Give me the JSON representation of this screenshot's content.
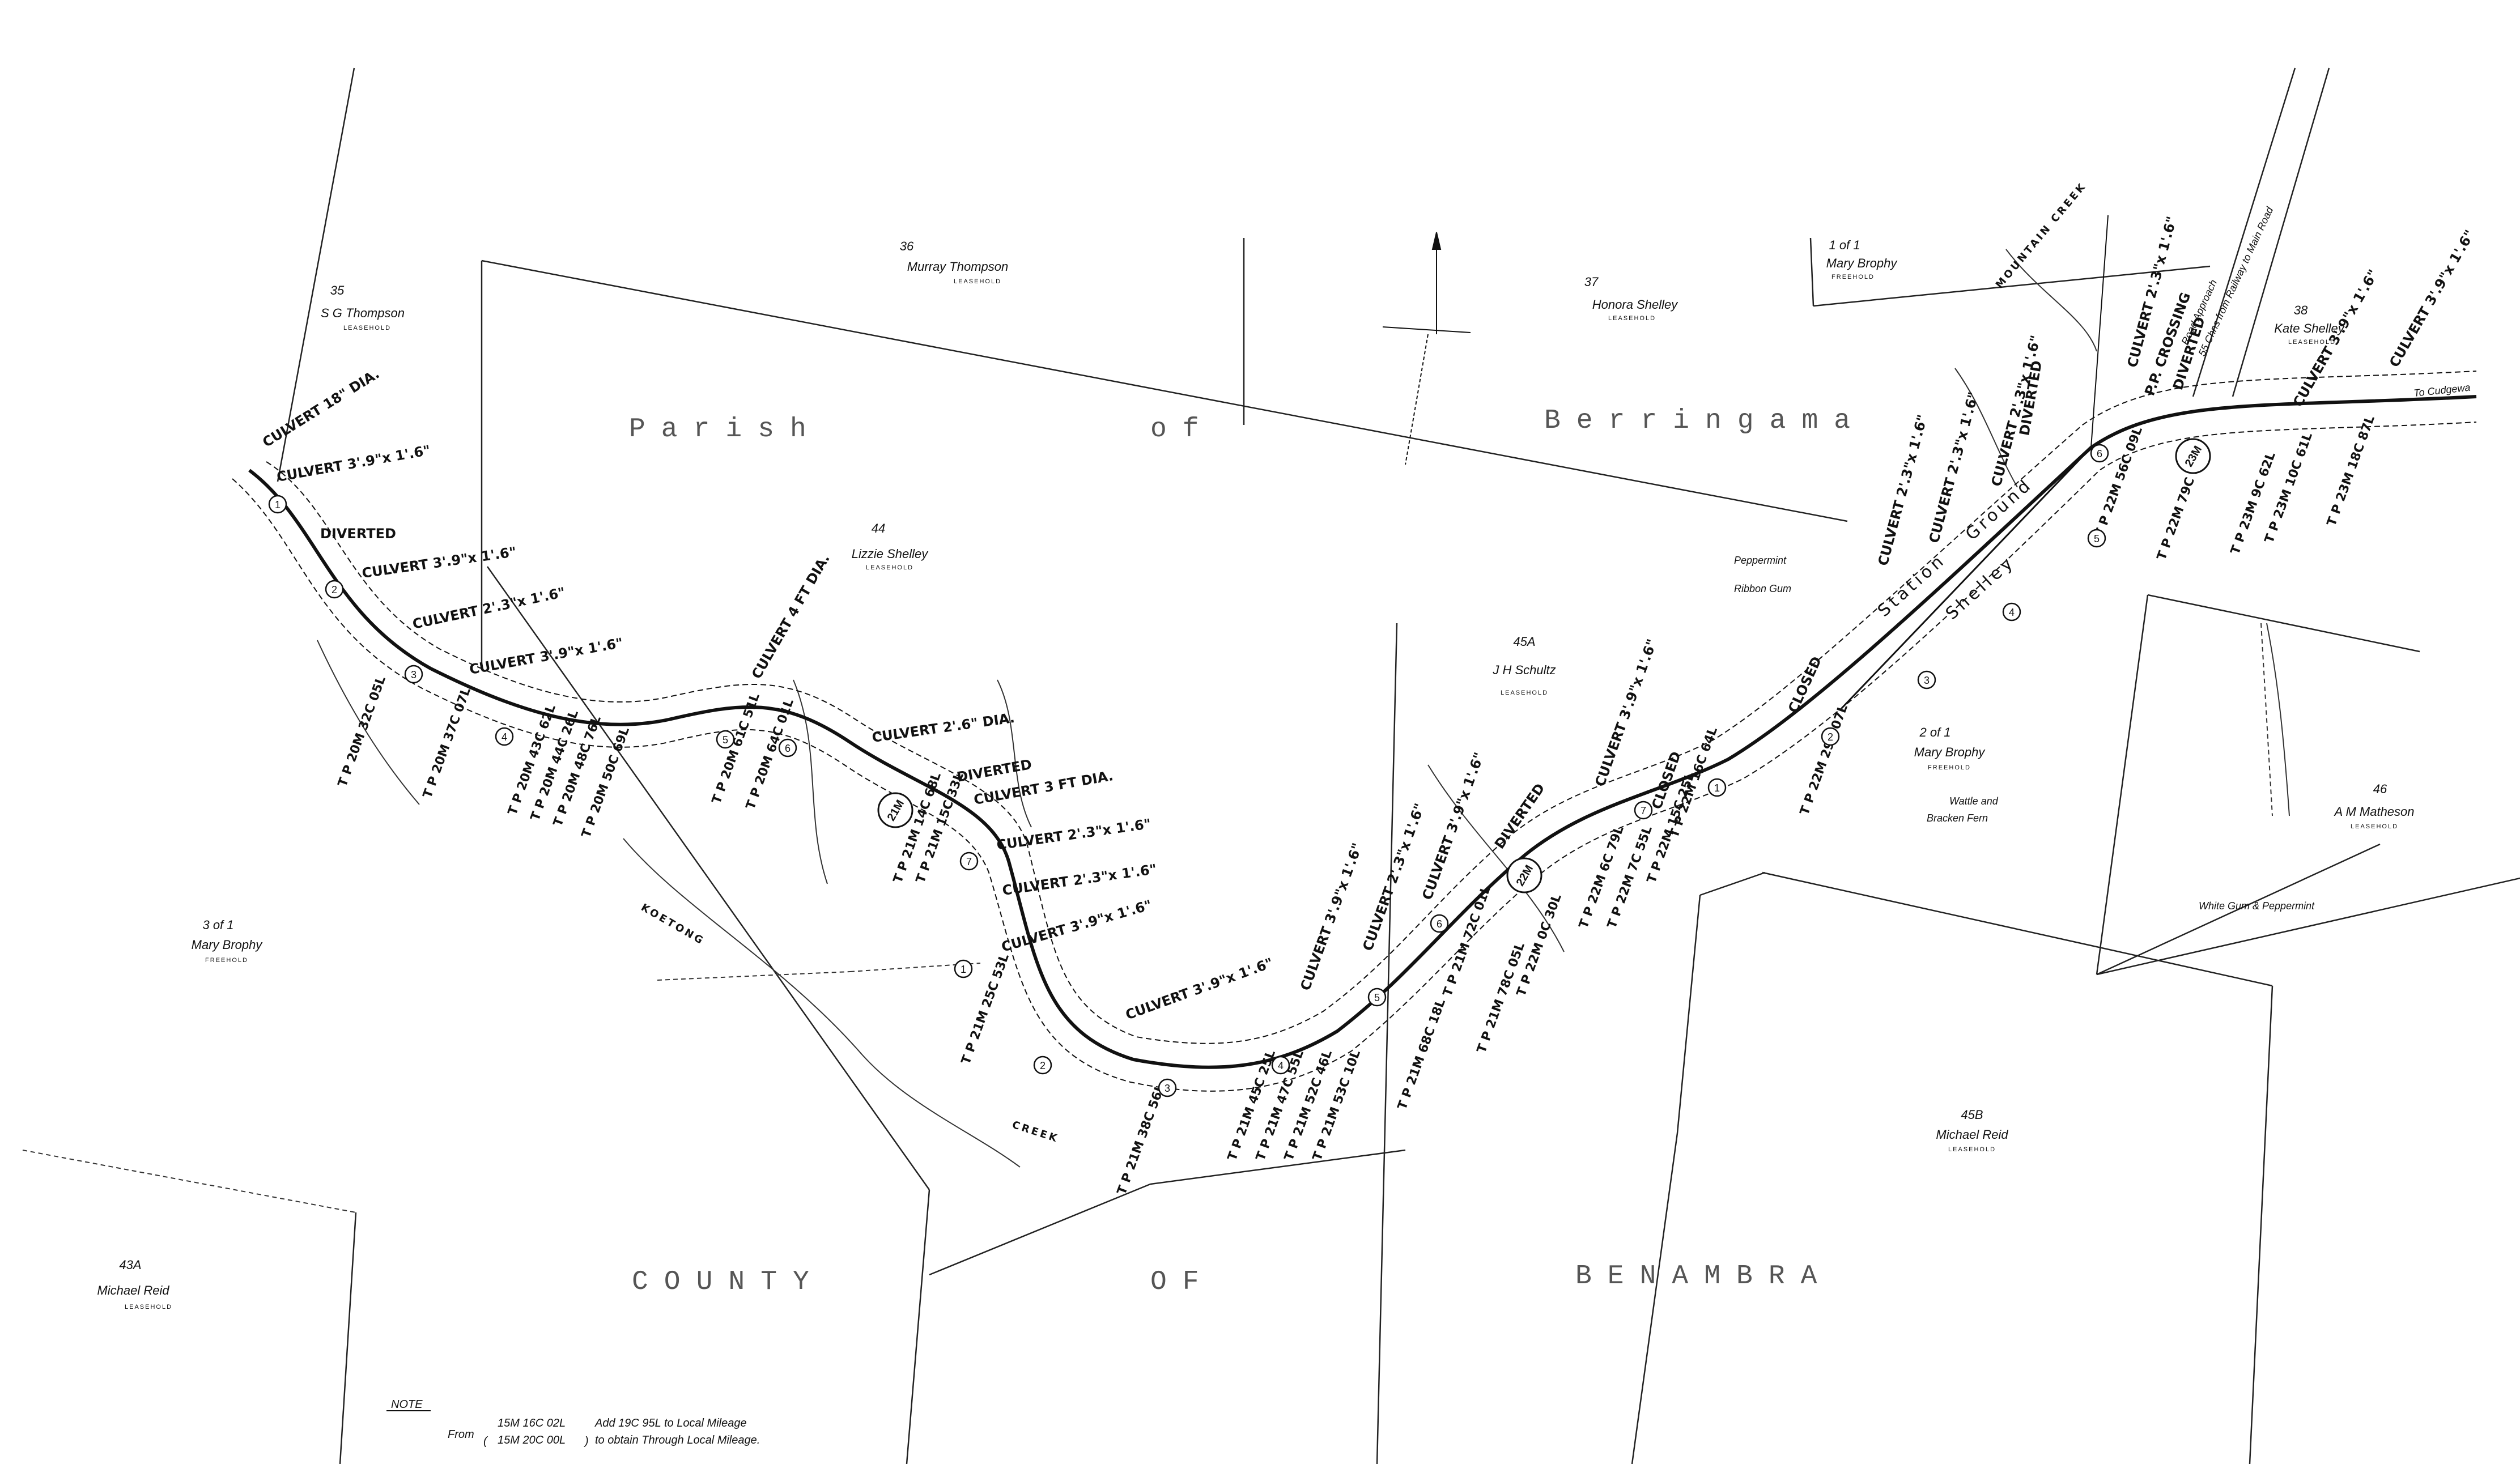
{
  "parish_words": [
    "Parish",
    "of",
    "Berringama"
  ],
  "county_words": [
    "COUNTY",
    "OF",
    "BENAMBRA"
  ],
  "lots": [
    {
      "number": "35",
      "owner": "S G Thompson",
      "tenure": "LEASEHOLD"
    },
    {
      "number": "36",
      "owner": "Murray Thompson",
      "tenure": "LEASEHOLD"
    },
    {
      "number": "37",
      "owner": "Honora Shelley",
      "tenure": "LEASEHOLD"
    },
    {
      "number": "1 of 1",
      "owner": "Mary Brophy",
      "tenure": "FREEHOLD"
    },
    {
      "number": "38",
      "owner": "Kate Shelley",
      "tenure": "LEASEHOLD"
    },
    {
      "number": "44",
      "owner": "Lizzie Shelley",
      "tenure": "LEASEHOLD"
    },
    {
      "number": "45A",
      "owner": "J H Schultz",
      "tenure": "LEASEHOLD"
    },
    {
      "number": "2 of 1",
      "owner": "Mary Brophy",
      "tenure": "FREEHOLD"
    },
    {
      "number": "46",
      "owner": "A M Matheson",
      "tenure": "LEASEHOLD"
    },
    {
      "number": "3 of 1",
      "owner": "Mary Brophy",
      "tenure": "FREEHOLD"
    },
    {
      "number": "45B",
      "owner": "Michael Reid",
      "tenure": "LEASEHOLD"
    },
    {
      "number": "43A",
      "owner": "Michael Reid",
      "tenure": "LEASEHOLD"
    }
  ],
  "vegetation": [
    "Peppermint",
    "Ribbon Gum",
    "Wattle and",
    "Bracken Fern",
    "White Gum & Peppermint"
  ],
  "culverts": [
    "CULVERT 18\" DIA.",
    "CULVERT 3'.9\"x 1'.6\"",
    "DIVERTED",
    "CULVERT 3'.9\"x 1'.6\"",
    "CULVERT 2'.3\"x 1'.6\"",
    "CULVERT 3'.9\"x 1'.6\"",
    "CULVERT 4 FT DIA.",
    "CULVERT 2'.6\" DIA.",
    "DIVERTED",
    "CULVERT 3 FT DIA.",
    "CULVERT 2'.3\"x 1'.6\"",
    "CULVERT 2'.3\"x 1'.6\"",
    "CULVERT 3'.9\"x 1'.6\"",
    "CULVERT 3'.9\"x 1'.6\"",
    "CULVERT 3'.9\"x 1'.6\"",
    "CULVERT 2'.3\"x 1'.6\"",
    "CULVERT 3'.9\"x 1'.6\"",
    "DIVERTED",
    "CULVERT 3'.9\"x 1'.6\"",
    "CLOSED",
    "CLOSED",
    "CULVERT 2'.3\"x 1'.6\"",
    "CULVERT 2'.3\"x 1'.6\"",
    "CULVERT 2'.3\"x 1'.6\"",
    "DIVERTED",
    "CULVERT 2'.3\"x 1'.6\"",
    "P.P. CROSSING",
    "DIVERTED",
    "CULVERT 3'.9\"x 1'.6\"",
    "CULVERT 3'.9\"x 1'.6\""
  ],
  "tangent_points": [
    "T P 20M 32C 05L",
    "T P 20M 37C 07L",
    "T P 20M 43C 62L",
    "T P 20M 44C 26L",
    "T P 20M 48C 76L",
    "T P 20M 50C 69L",
    "T P 20M 61C 51L",
    "T P 20M 64C 01L",
    "T P 21M 14C 68L",
    "T P 21M 15C 33L",
    "T P 21M 25C 53L",
    "T P 21M 38C 56L",
    "T P 21M 45C 25L",
    "T P 21M 47C 55L",
    "T P 21M 52C 46L",
    "T P 21M 53C 10L",
    "T P 21M 68C 18L",
    "T P 21M 72C 01L",
    "T P 21M 78C 05L",
    "T P 22M 0C 30L",
    "T P 22M 6C 79L",
    "T P 22M 7C 55L",
    "T P 22M 15C 25L",
    "T P 22M 16C 64L",
    "T P 22M 29C 07L",
    "T P 22M 56C 09L",
    "T P 22M 79C 25L",
    "T P 23M 9C 62L",
    "T P 23M 10C 61L",
    "T P 23M 18C 87L"
  ],
  "mile_posts": [
    "21M",
    "22M",
    "23M"
  ],
  "curve_numbers": [
    "1",
    "2",
    "3",
    "4",
    "5",
    "6",
    "7",
    "1",
    "2",
    "3",
    "4",
    "5",
    "6",
    "7",
    "1",
    "2",
    "3",
    "4",
    "5",
    "6"
  ],
  "creek_words": [
    "KOETONG",
    "CREEK"
  ],
  "creek_other": "MOUNTAIN CREEK",
  "shelley_ground": [
    "Station",
    "Ground",
    "Shelley"
  ],
  "road_label": "To Cudgewa",
  "road_note": "55 Chns from Railway to Main Road",
  "road_approach": "Road Approach",
  "note": {
    "heading": "NOTE",
    "from": "From",
    "range1": "15M 16C 02L",
    "range2": "15M 20C 00L",
    "text1": "Add 19C 95L to Local Mileage",
    "text2": "to obtain Through Local Mileage."
  }
}
